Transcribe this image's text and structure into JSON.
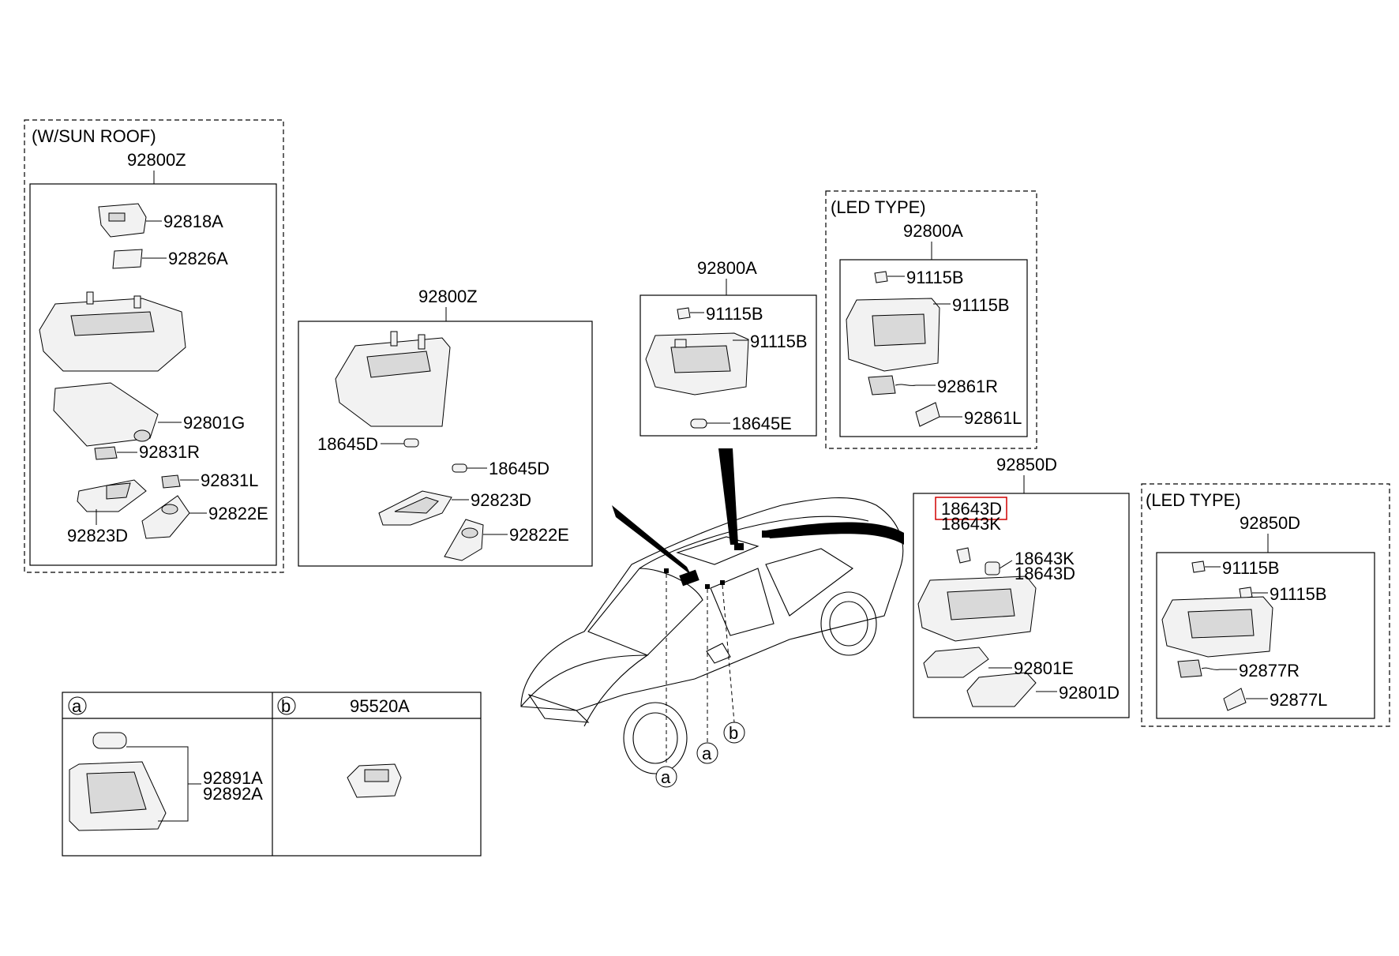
{
  "groups": {
    "sunroof": {
      "title": "(W/SUN ROOF)",
      "assembly": "92800Z",
      "parts": [
        "92818A",
        "92826A",
        "92801G",
        "92831R",
        "92831L",
        "92822E",
        "92823D"
      ]
    },
    "center_z": {
      "assembly": "92800Z",
      "parts": [
        "18645D",
        "18645D",
        "92823D",
        "92822E"
      ]
    },
    "center_a": {
      "assembly": "92800A",
      "parts": [
        "91115B",
        "91115B",
        "18645E"
      ]
    },
    "led_a": {
      "title": "(LED TYPE)",
      "assembly": "92800A",
      "parts": [
        "91115B",
        "91115B",
        "92861R",
        "92861L"
      ]
    },
    "rear_d": {
      "assembly": "92850D",
      "parts": [
        "18643D",
        "18643K",
        "18643K",
        "18643D",
        "92801E",
        "92801D"
      ],
      "highlighted_part": "18643D"
    },
    "led_d": {
      "title": "(LED TYPE)",
      "assembly": "92850D",
      "parts": [
        "91115B",
        "91115B",
        "92877R",
        "92877L"
      ]
    }
  },
  "legend": {
    "a_marker": "a",
    "b_marker": "b",
    "b_part": "95520A",
    "a_parts": [
      "92891A",
      "92892A"
    ]
  },
  "car_markers": [
    "a",
    "a",
    "b"
  ]
}
